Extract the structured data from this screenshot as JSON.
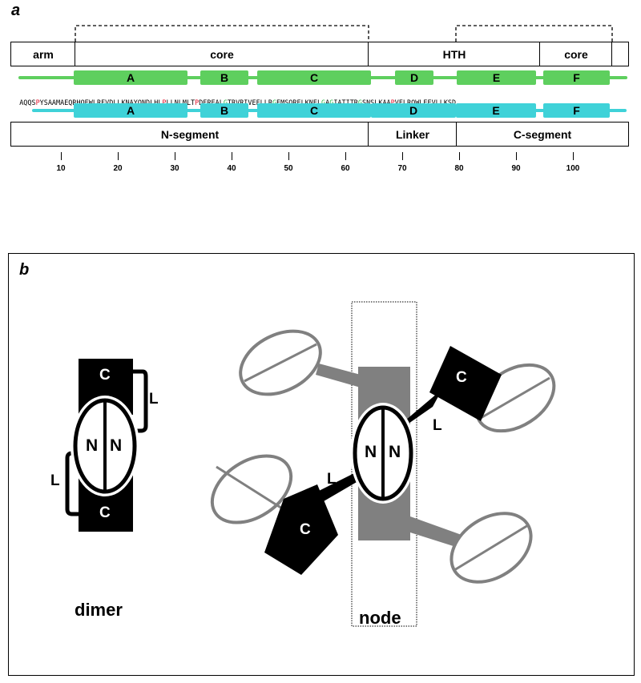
{
  "panel_a": {
    "label": "a",
    "top_domains": [
      {
        "label": "arm"
      },
      {
        "label": "core"
      },
      {
        "label": "HTH"
      },
      {
        "label": "core"
      },
      {
        "label": ""
      }
    ],
    "helices_top": [
      "A",
      "B",
      "C",
      "D",
      "E",
      "F"
    ],
    "helices_bottom": [
      "A",
      "B",
      "C",
      "D",
      "E",
      "F"
    ],
    "sequence": [
      {
        "t": "AQQS",
        "c": "plain"
      },
      {
        "t": "P",
        "c": "red"
      },
      {
        "t": "YSAAMAEQRHQEWLRFVDLLKNAYQNDLHL",
        "c": "plain"
      },
      {
        "t": "P",
        "c": "red"
      },
      {
        "t": "LLNLMLT",
        "c": "plain"
      },
      {
        "t": "P",
        "c": "red"
      },
      {
        "t": "DEREAL",
        "c": "plain"
      },
      {
        "t": "G",
        "c": "green"
      },
      {
        "t": "TRVRIVEELLR",
        "c": "plain"
      },
      {
        "t": "G",
        "c": "green"
      },
      {
        "t": "EMSQRELKNEL",
        "c": "plain"
      },
      {
        "t": "G",
        "c": "green"
      },
      {
        "t": "A",
        "c": "plain"
      },
      {
        "t": "G",
        "c": "green"
      },
      {
        "t": "IATITR",
        "c": "plain"
      },
      {
        "t": "G",
        "c": "green"
      },
      {
        "t": "SNSLKAA",
        "c": "plain"
      },
      {
        "t": "P",
        "c": "red"
      },
      {
        "t": "VELRQWLEEVLLKSD",
        "c": "plain"
      }
    ],
    "bottom_segments": [
      {
        "label": "N-segment"
      },
      {
        "label": "Linker"
      },
      {
        "label": "C-segment"
      }
    ],
    "ticks": [
      "10",
      "20",
      "30",
      "40",
      "50",
      "60",
      "70",
      "80",
      "90",
      "100"
    ],
    "colors": {
      "green": "#5ecf5e",
      "cyan": "#3fd2d8",
      "red": "#e0142c",
      "seq_green": "#2fb84a"
    }
  },
  "panel_b": {
    "label": "b",
    "dimer": {
      "label": "dimer",
      "c_top": "C",
      "c_bottom": "C",
      "n_left": "N",
      "n_right": "N",
      "l_right": "L",
      "l_left": "L"
    },
    "node": {
      "label": "node",
      "c_right": "C",
      "c_left": "C",
      "n_left": "N",
      "n_right": "N",
      "l_right": "L",
      "l_left": "L"
    }
  }
}
